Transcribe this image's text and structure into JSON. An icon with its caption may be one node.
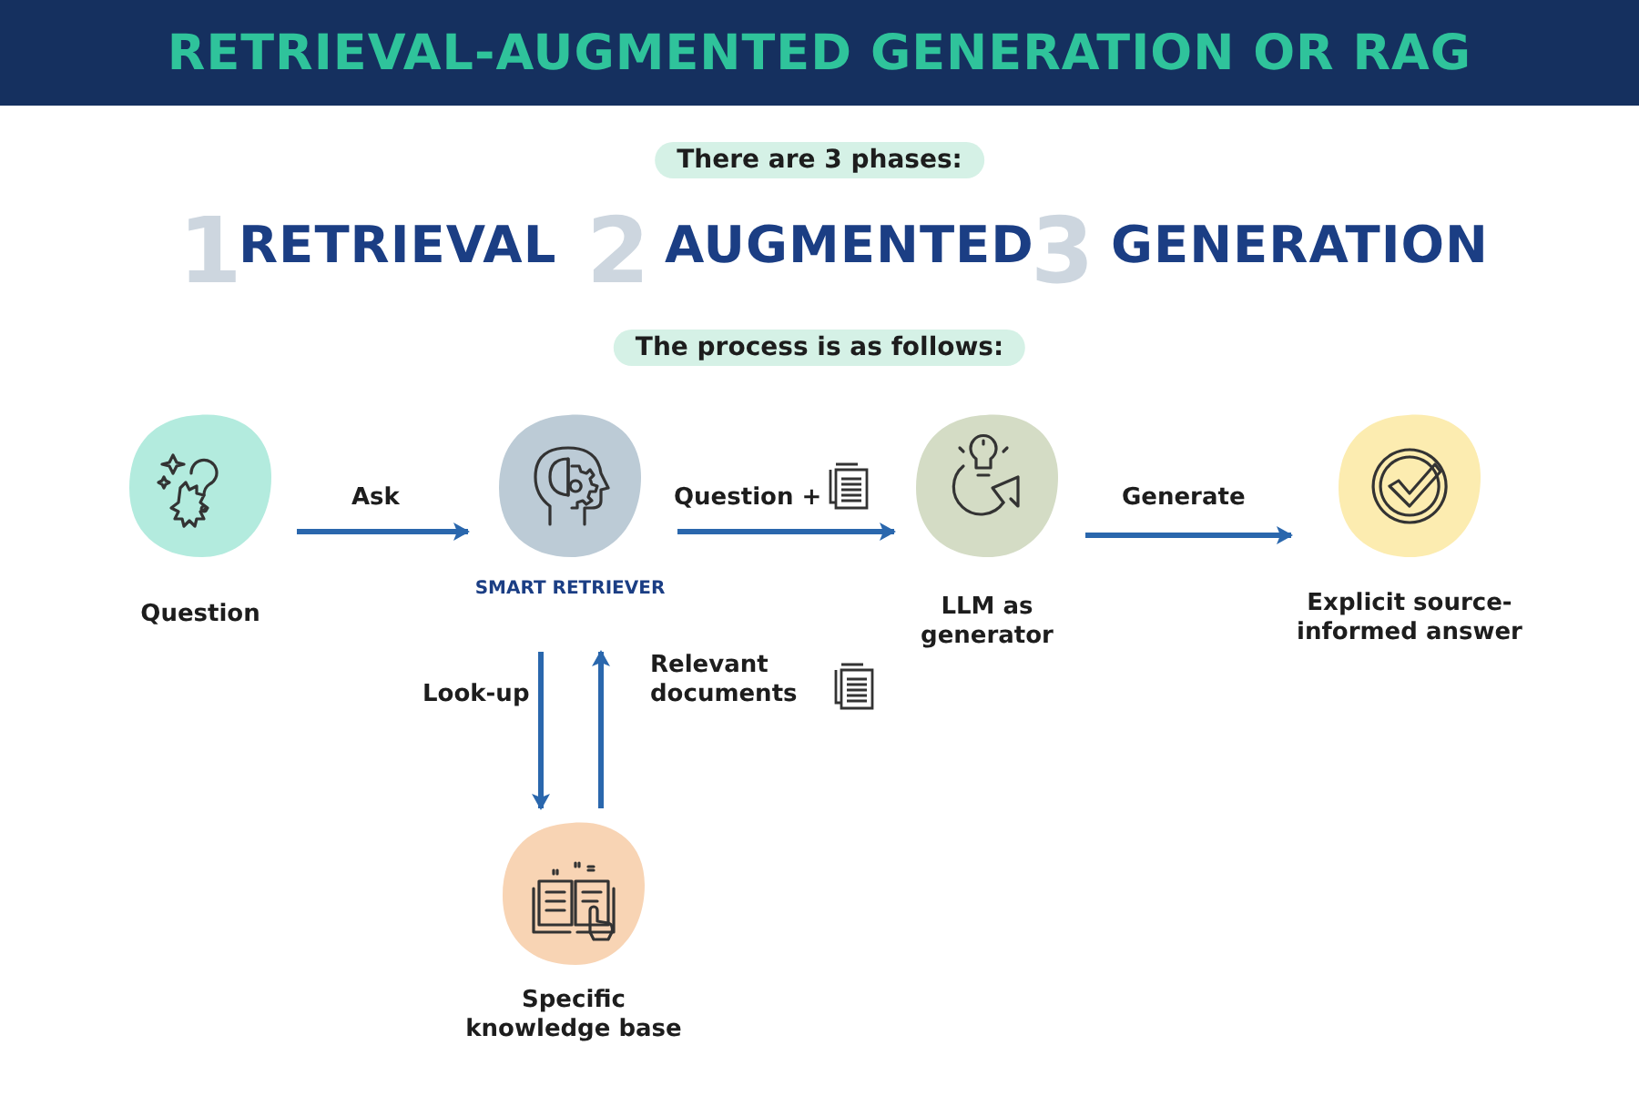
{
  "diagram": {
    "title": "RETRIEVAL-AUGMENTED GENERATION OR RAG",
    "nodes": [
      {
        "text": [
          "Question"
        ]
      },
      {
        "text": [
          "SMART RETRIEVER"
        ]
      },
      {
        "text": [
          "LLM as generator"
        ]
      },
      {
        "text": [
          "Explicit source-informed answer"
        ]
      },
      {
        "text": [
          "Specific knowledge base"
        ]
      }
    ],
    "edges": [
      {
        "from": 0,
        "to": 1,
        "arrow": "to",
        "label": "Ask"
      },
      {
        "from": 1,
        "to": 2,
        "arrow": "to",
        "label": "Question +"
      },
      {
        "from": 2,
        "to": 3,
        "arrow": "to",
        "label": "Generate"
      },
      {
        "from": 1,
        "to": 4,
        "arrow": "to",
        "label": "Look-up"
      },
      {
        "from": 4,
        "to": 1,
        "arrow": "to",
        "label": "Relevant documents"
      }
    ],
    "labels": [
      "There are 3 phases:",
      "1",
      "RETRIEVAL",
      "2",
      "AUGMENTED",
      "3",
      "GENERATION",
      "The process is as follows:"
    ]
  }
}
